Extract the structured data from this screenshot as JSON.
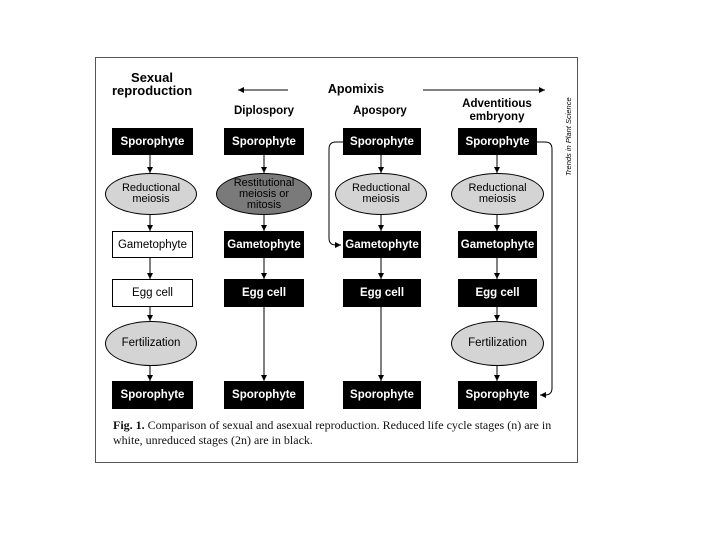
{
  "headers": {
    "sexual": "Sexual reproduction",
    "apomixis": "Apomixis",
    "diplospory": "Diplospory",
    "apospory": "Apospory",
    "adventitious": "Adventitious embryony"
  },
  "columns": {
    "sexual": {
      "sporophyte_top": "Sporophyte",
      "meiosis": "Reductional meiosis",
      "gametophyte": "Gametophyte",
      "egg": "Egg cell",
      "fertilization": "Fertilization",
      "sporophyte_bottom": "Sporophyte"
    },
    "diplospory": {
      "sporophyte_top": "Sporophyte",
      "meiosis": "Restitutional meiosis or mitosis",
      "gametophyte": "Gametophyte",
      "egg": "Egg cell",
      "sporophyte_bottom": "Sporophyte"
    },
    "apospory": {
      "sporophyte_top": "Sporophyte",
      "meiosis": "Reductional meiosis",
      "gametophyte": "Gametophyte",
      "egg": "Egg cell",
      "sporophyte_bottom": "Sporophyte"
    },
    "adventitious": {
      "sporophyte_top": "Sporophyte",
      "meiosis": "Reductional meiosis",
      "gametophyte": "Gametophyte",
      "egg": "Egg cell",
      "fertilization": "Fertilization",
      "sporophyte_bottom": "Sporophyte"
    }
  },
  "caption": {
    "label": "Fig. 1.",
    "text": "Comparison of sexual and asexual reproduction. Reduced life cycle stages (n) are in white, unreduced stages (2n) are in black."
  },
  "journal_label": "Trends in Plant Science"
}
